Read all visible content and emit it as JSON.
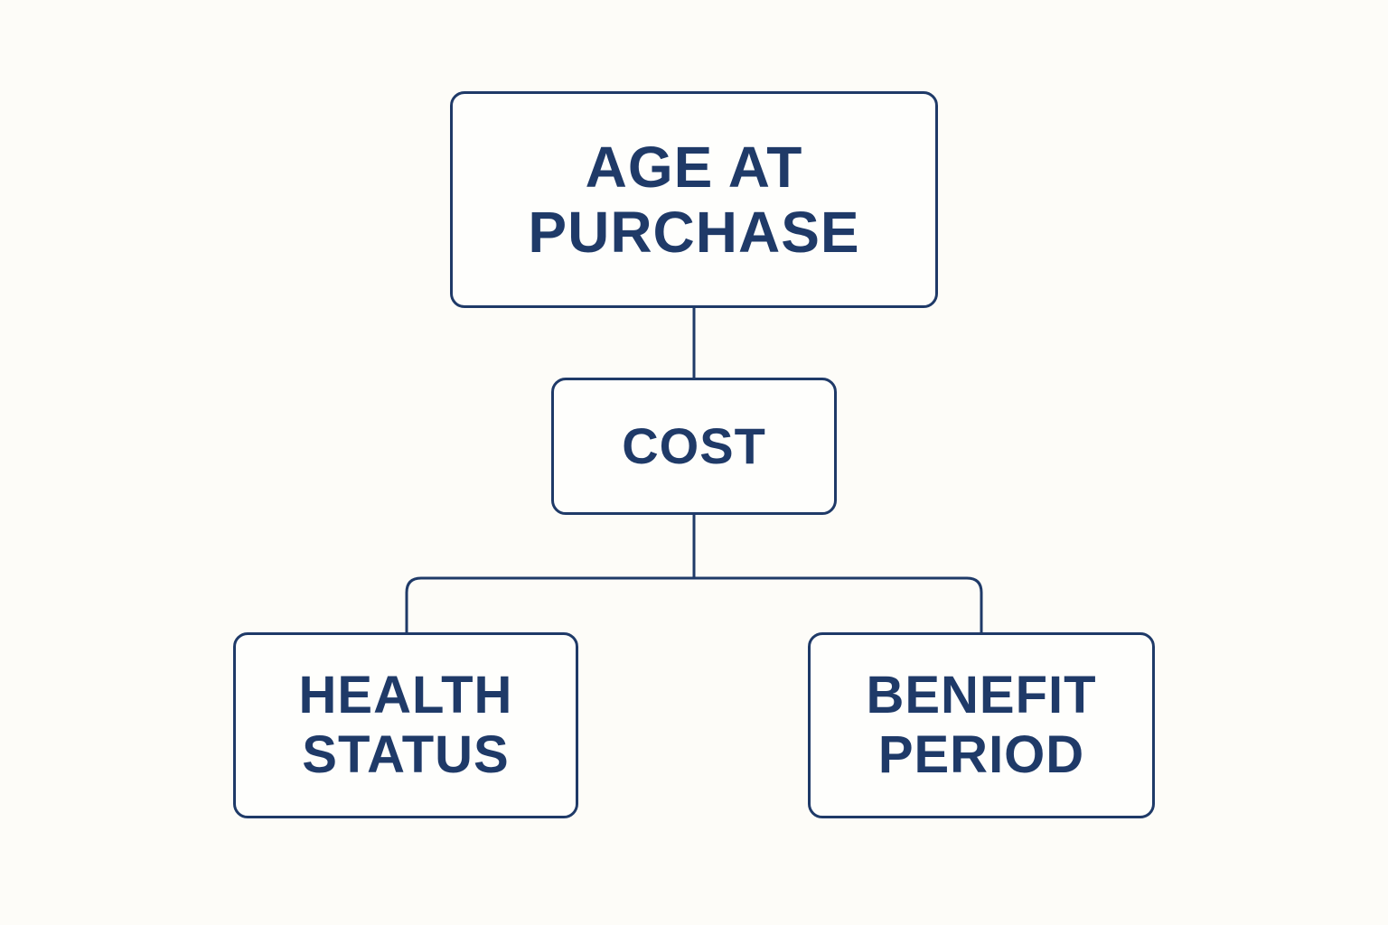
{
  "diagram": {
    "nodes": {
      "age_at_purchase": {
        "label": "AGE AT\nPURCHASE"
      },
      "cost": {
        "label": "COST"
      },
      "health_status": {
        "label": "HEALTH\nSTATUS"
      },
      "benefit_period": {
        "label": "BENEFIT\nPERIOD"
      }
    },
    "edges": [
      {
        "from": "age_at_purchase",
        "to": "cost"
      },
      {
        "from": "cost",
        "to": "health_status"
      },
      {
        "from": "cost",
        "to": "benefit_period"
      }
    ],
    "colors": {
      "stroke": "#1f3a68",
      "text": "#1f3a68",
      "background": "#fdfcf8"
    }
  }
}
